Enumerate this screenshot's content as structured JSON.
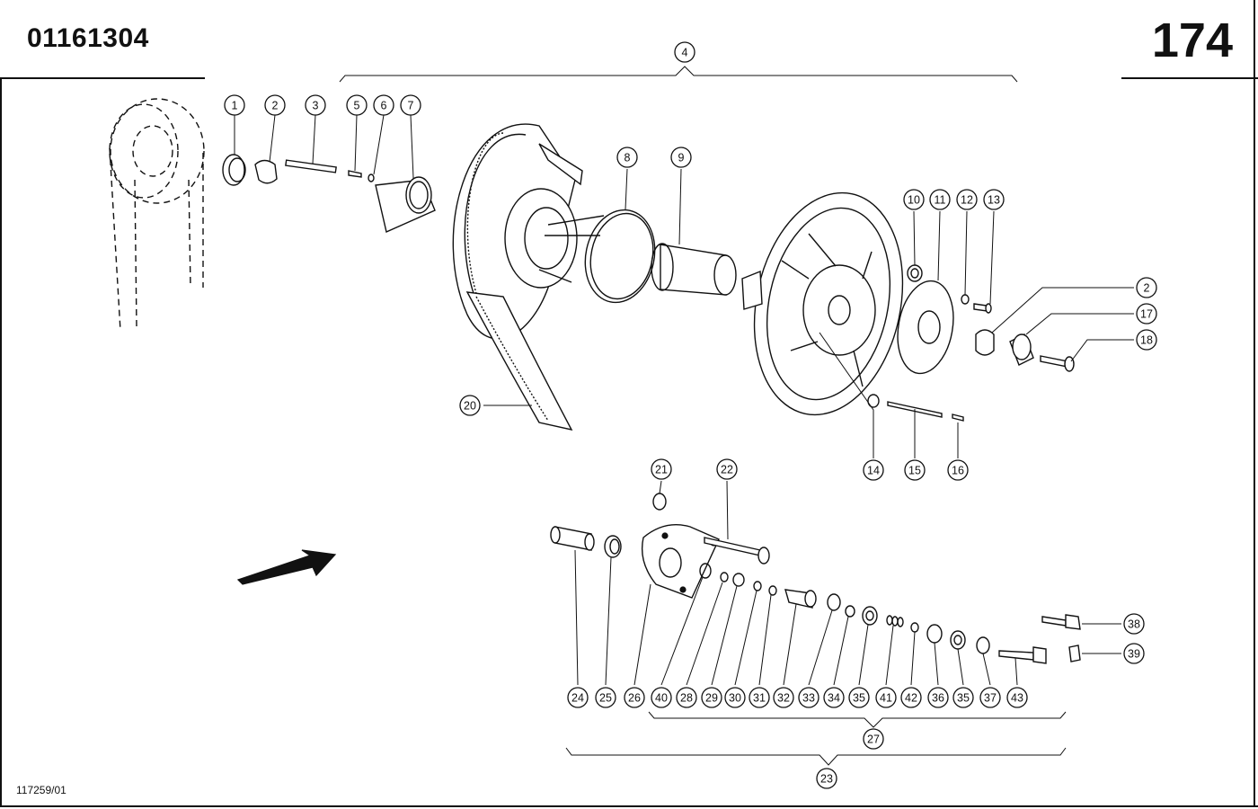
{
  "header": {
    "part_number": "01161304",
    "page_number": "174"
  },
  "footer": {
    "reference": "117259/01"
  },
  "callouts": [
    {
      "id": "c-1",
      "label": "1"
    },
    {
      "id": "c-2a",
      "label": "2"
    },
    {
      "id": "c-3",
      "label": "3"
    },
    {
      "id": "c-4",
      "label": "4"
    },
    {
      "id": "c-5",
      "label": "5"
    },
    {
      "id": "c-6",
      "label": "6"
    },
    {
      "id": "c-7",
      "label": "7"
    },
    {
      "id": "c-8",
      "label": "8"
    },
    {
      "id": "c-9",
      "label": "9"
    },
    {
      "id": "c-10",
      "label": "10"
    },
    {
      "id": "c-11",
      "label": "11"
    },
    {
      "id": "c-12",
      "label": "12"
    },
    {
      "id": "c-13",
      "label": "13"
    },
    {
      "id": "c-2b",
      "label": "2"
    },
    {
      "id": "c-17",
      "label": "17"
    },
    {
      "id": "c-18",
      "label": "18"
    },
    {
      "id": "c-20",
      "label": "20"
    },
    {
      "id": "c-14",
      "label": "14"
    },
    {
      "id": "c-15",
      "label": "15"
    },
    {
      "id": "c-16",
      "label": "16"
    },
    {
      "id": "c-21",
      "label": "21"
    },
    {
      "id": "c-22",
      "label": "22"
    },
    {
      "id": "c-38",
      "label": "38"
    },
    {
      "id": "c-39",
      "label": "39"
    },
    {
      "id": "c-24",
      "label": "24"
    },
    {
      "id": "c-25",
      "label": "25"
    },
    {
      "id": "c-26",
      "label": "26"
    },
    {
      "id": "c-40",
      "label": "40"
    },
    {
      "id": "c-28",
      "label": "28"
    },
    {
      "id": "c-29",
      "label": "29"
    },
    {
      "id": "c-30",
      "label": "30"
    },
    {
      "id": "c-31",
      "label": "31"
    },
    {
      "id": "c-32",
      "label": "32"
    },
    {
      "id": "c-33",
      "label": "33"
    },
    {
      "id": "c-34",
      "label": "34"
    },
    {
      "id": "c-35a",
      "label": "35"
    },
    {
      "id": "c-41",
      "label": "41"
    },
    {
      "id": "c-42",
      "label": "42"
    },
    {
      "id": "c-36",
      "label": "36"
    },
    {
      "id": "c-35b",
      "label": "35"
    },
    {
      "id": "c-37",
      "label": "37"
    },
    {
      "id": "c-43",
      "label": "43"
    },
    {
      "id": "c-27",
      "label": "27"
    },
    {
      "id": "c-23",
      "label": "23"
    }
  ]
}
